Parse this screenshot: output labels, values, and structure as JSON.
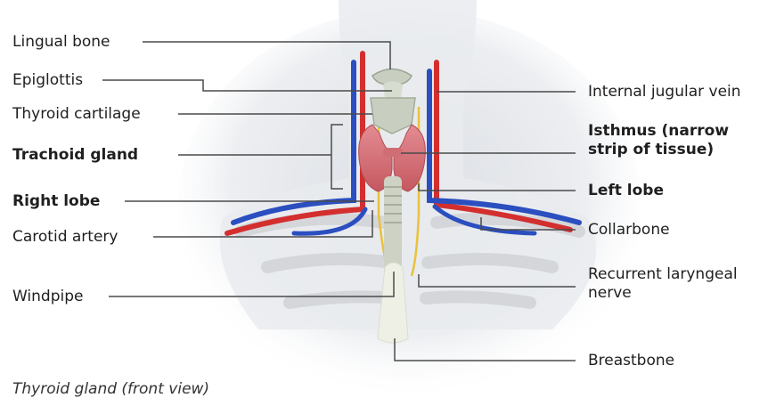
{
  "diagram": {
    "caption": "Thyroid gland (front view)",
    "labels_left": [
      {
        "id": "lingual-bone",
        "text": "Lingual bone",
        "bold": false
      },
      {
        "id": "epiglottis",
        "text": "Epiglottis",
        "bold": false
      },
      {
        "id": "thyroid-cartilage",
        "text": "Thyroid cartilage",
        "bold": false
      },
      {
        "id": "trachoid-gland",
        "text": "Trachoid gland",
        "bold": true
      },
      {
        "id": "right-lobe",
        "text": "Right lobe",
        "bold": true
      },
      {
        "id": "carotid-artery",
        "text": "Carotid artery",
        "bold": false
      },
      {
        "id": "windpipe",
        "text": "Windpipe",
        "bold": false
      }
    ],
    "labels_right": [
      {
        "id": "internal-jugular-vein",
        "text": "Internal jugular vein",
        "bold": false
      },
      {
        "id": "isthmus",
        "text": "Isthmus (narrow\nstrip of tissue)",
        "bold": true
      },
      {
        "id": "left-lobe",
        "text": "Left lobe",
        "bold": true
      },
      {
        "id": "collarbone",
        "text": "Collarbone",
        "bold": false
      },
      {
        "id": "recurrent-laryngeal-nerve",
        "text": "Recurrent laryngeal\nnerve",
        "bold": false
      },
      {
        "id": "breastbone",
        "text": "Breastbone",
        "bold": false
      }
    ],
    "colors": {
      "gland": "#d0646a",
      "artery": "#d32f2f",
      "vein": "#2b4fbf",
      "nerve": "#e8c23a",
      "cartilage": "#c8cfc0",
      "leader_line": "#4a4a4a"
    }
  }
}
